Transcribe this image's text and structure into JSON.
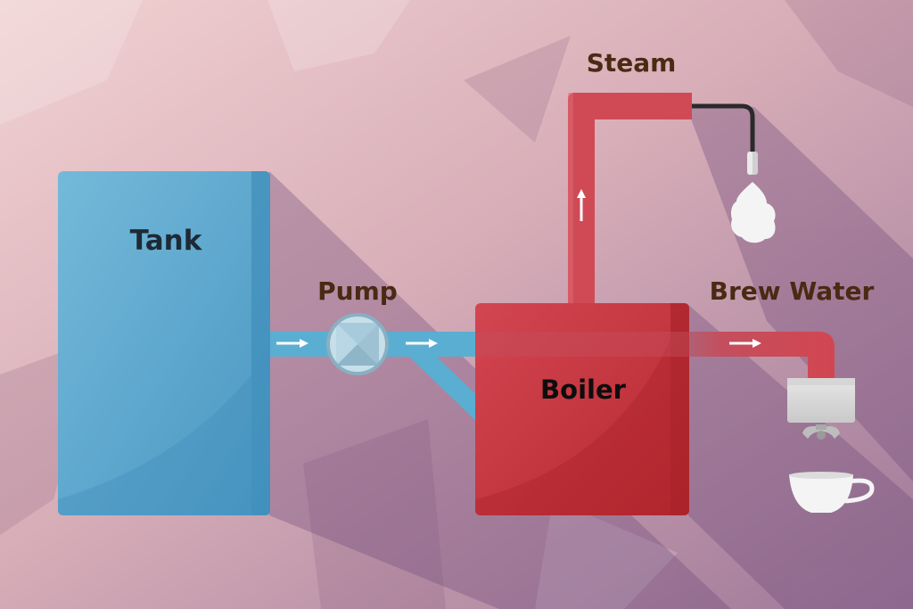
{
  "labels": {
    "tank": "Tank",
    "pump": "Pump",
    "boiler": "Boiler",
    "steam": "Steam",
    "brew_water": "Brew Water"
  },
  "colors": {
    "background_light": "#efcfd0",
    "background_dark": "#8f6a8f",
    "tank": "#5aa6cc",
    "cold_pipe": "#5aaed2",
    "hot_pipe": "#cf4a55",
    "boiler": "#c5343c",
    "label_dark": "#1d2a36",
    "label_brown": "#4a2a14"
  },
  "icons": {
    "flow_arrow": "arrow-right-icon",
    "pump": "pump-valve-icon",
    "steam_wand": "steam-wand-icon",
    "steam_cloud": "steam-cloud-icon",
    "group_head": "group-head-icon",
    "cup": "coffee-cup-icon"
  }
}
